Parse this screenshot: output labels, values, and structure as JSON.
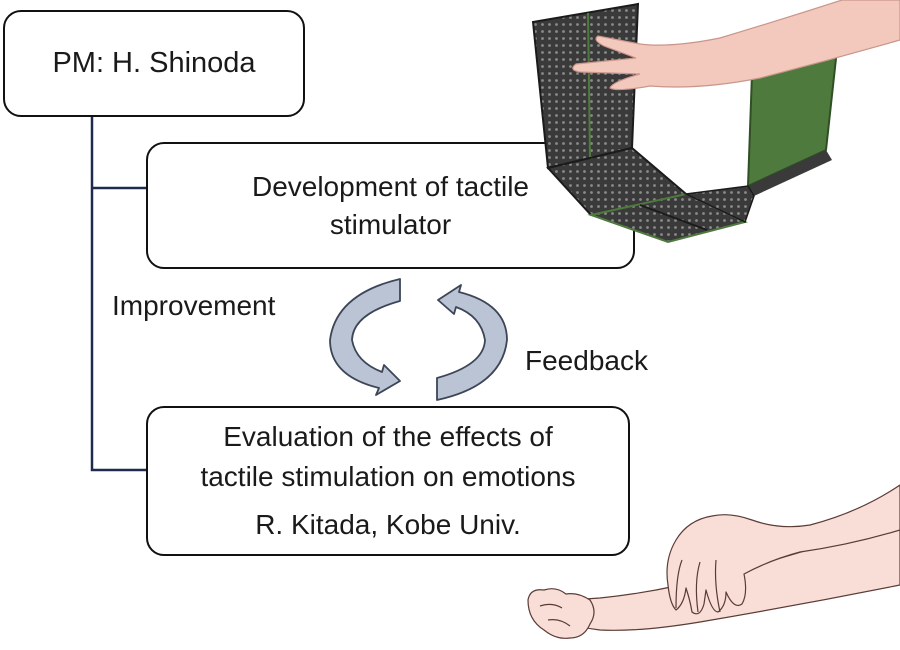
{
  "pm": {
    "label": "PM: H. Shinoda"
  },
  "development": {
    "line1": "Development of tactile",
    "line2": "stimulator"
  },
  "evaluation": {
    "line1": "Evaluation of the effects of",
    "line2": "tactile stimulation on emotions",
    "line3": "R. Kitada, Kobe Univ."
  },
  "labels": {
    "improvement": "Improvement",
    "feedback": "Feedback"
  },
  "colors": {
    "connector": "#1f2a4f",
    "cycle_arrow_fill": "#bac4d4",
    "cycle_arrow_stroke": "#3c4656",
    "panel": "#3a3a3a",
    "panel_green": "#4f7a3e",
    "skin": "#f3c9bd"
  },
  "icons": {
    "cycle": "circular-arrows-icon",
    "stimulator": "tactile-stimulator-panel-illustration",
    "hands": "hand-touching-forearm-illustration"
  }
}
